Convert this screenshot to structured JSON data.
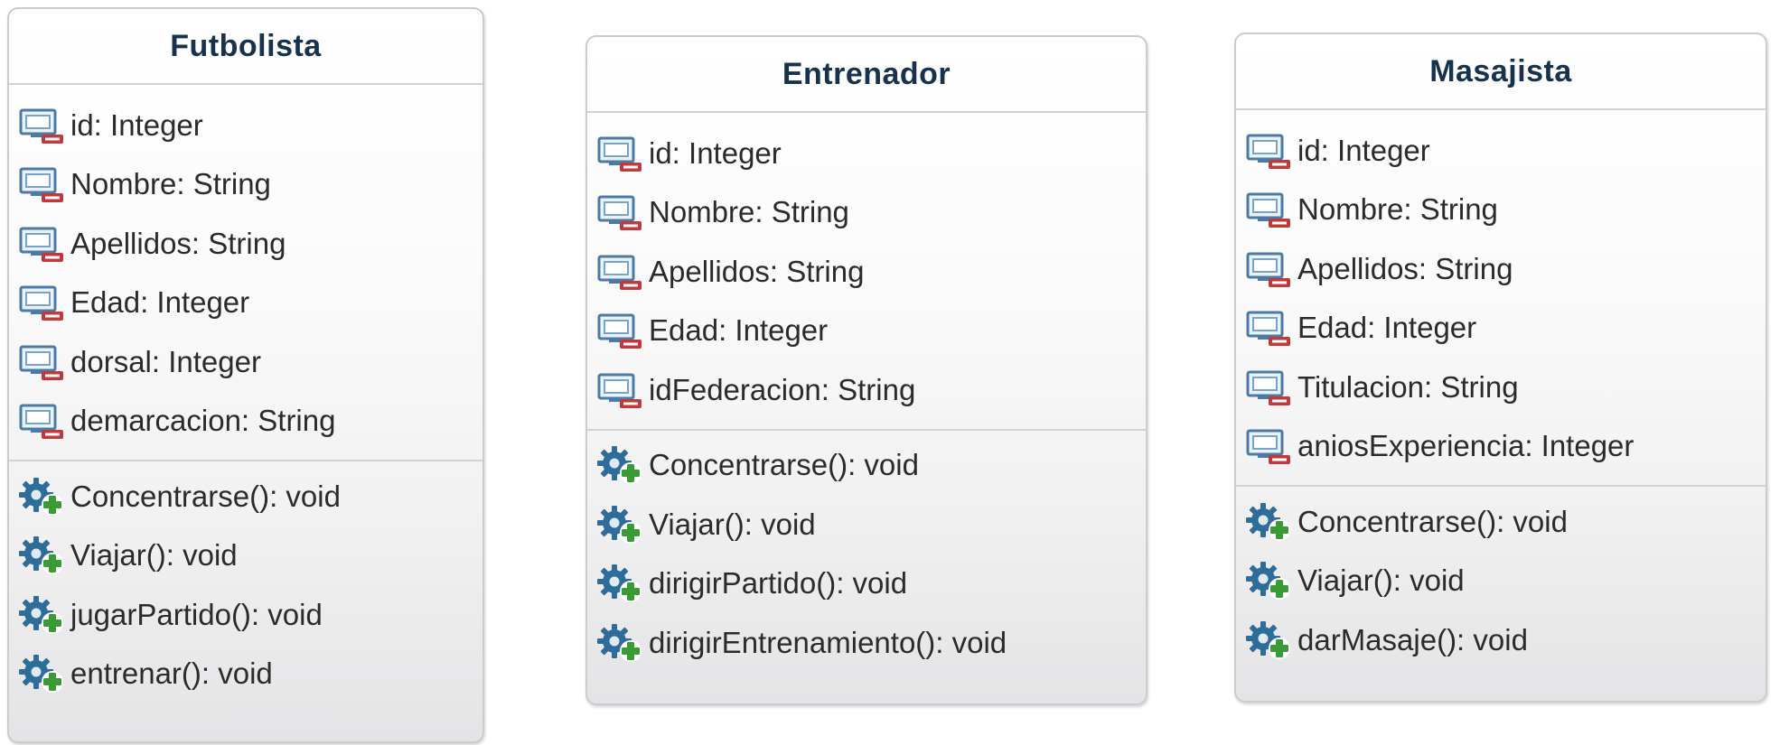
{
  "diagram": {
    "classes": [
      {
        "name": "Futbolista",
        "attributes": [
          {
            "text": "id: Integer",
            "icon": "private-field-icon"
          },
          {
            "text": "Nombre: String",
            "icon": "private-field-icon"
          },
          {
            "text": "Apellidos: String",
            "icon": "private-field-icon"
          },
          {
            "text": "Edad: Integer",
            "icon": "private-field-icon"
          },
          {
            "text": "dorsal: Integer",
            "icon": "private-field-icon"
          },
          {
            "text": "demarcacion: String",
            "icon": "private-field-icon"
          }
        ],
        "operations": [
          {
            "text": "Concentrarse(): void",
            "icon": "public-method-icon"
          },
          {
            "text": "Viajar():  void",
            "icon": "public-method-icon"
          },
          {
            "text": "jugarPartido(): void",
            "icon": "public-method-icon"
          },
          {
            "text": "entrenar(): void",
            "icon": "public-method-icon"
          }
        ]
      },
      {
        "name": "Entrenador",
        "attributes": [
          {
            "text": "id: Integer",
            "icon": "private-field-icon"
          },
          {
            "text": "Nombre: String",
            "icon": "private-field-icon"
          },
          {
            "text": "Apellidos: String",
            "icon": "private-field-icon"
          },
          {
            "text": "Edad: Integer",
            "icon": "private-field-icon"
          },
          {
            "text": "idFederacion: String",
            "icon": "private-field-icon"
          }
        ],
        "operations": [
          {
            "text": "Concentrarse(): void",
            "icon": "public-method-icon"
          },
          {
            "text": "Viajar(): void",
            "icon": "public-method-icon"
          },
          {
            "text": "dirigirPartido(): void",
            "icon": "public-method-icon"
          },
          {
            "text": "dirigirEntrenamiento(): void",
            "icon": "public-method-icon"
          }
        ]
      },
      {
        "name": "Masajista",
        "attributes": [
          {
            "text": "id: Integer",
            "icon": "private-field-icon"
          },
          {
            "text": "Nombre: String",
            "icon": "private-field-icon"
          },
          {
            "text": "Apellidos: String",
            "icon": "private-field-icon"
          },
          {
            "text": "Edad: Integer",
            "icon": "private-field-icon"
          },
          {
            "text": "Titulacion: String",
            "icon": "private-field-icon"
          },
          {
            "text": "aniosExperiencia: Integer",
            "icon": "private-field-icon"
          }
        ],
        "operations": [
          {
            "text": "Concentrarse(): void",
            "icon": "public-method-icon"
          },
          {
            "text": "Viajar():  void",
            "icon": "public-method-icon"
          },
          {
            "text": "darMasaje(): void",
            "icon": "public-method-icon"
          }
        ]
      }
    ]
  },
  "colors": {
    "class_name": "#17324d",
    "member_text": "#2b2b2b",
    "field_icon_blue": "#4a7aa5",
    "field_icon_minus": "#c0393b",
    "method_icon_gear": "#2e6d9a",
    "method_icon_plus": "#3a9a35"
  }
}
